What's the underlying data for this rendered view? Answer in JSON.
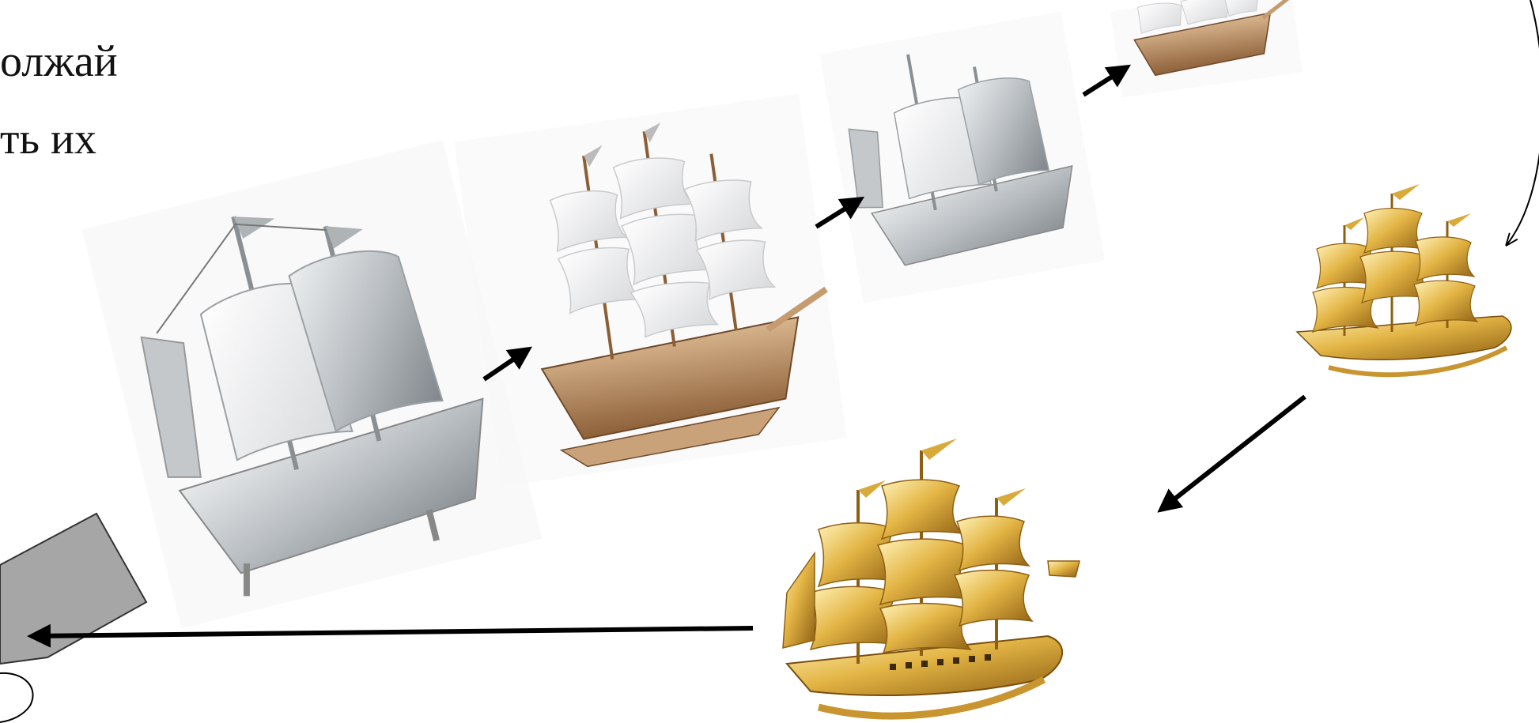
{
  "slide": {
    "text_line_1": "олжай",
    "text_line_2": "ть их"
  },
  "illustrations": [
    {
      "name": "silver-ship",
      "style": "silver"
    },
    {
      "name": "wooden-ship",
      "style": "wood"
    },
    {
      "name": "small-silver-ship",
      "style": "silver"
    },
    {
      "name": "tiny-wooden-ship",
      "style": "wood"
    },
    {
      "name": "small-golden-ship",
      "style": "gold"
    },
    {
      "name": "large-golden-ship",
      "style": "gold"
    },
    {
      "name": "gray-box",
      "style": "gray"
    }
  ],
  "colors": {
    "silver": "#bfc3c6",
    "wood": "#b88a5e",
    "gold": "#d9a93a",
    "arrow": "#000000",
    "box": "#a6a6a6"
  }
}
